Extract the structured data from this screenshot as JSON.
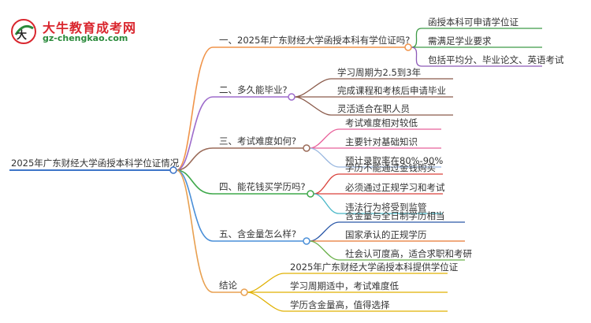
{
  "logo": {
    "title": "大牛教育成考网",
    "url": "gz-chengkao.com"
  },
  "root": {
    "label": "2025年广东财经大学函授本科学位证情况"
  },
  "branches": [
    {
      "label": "一、2025年广东财经大学函授本科有学位证吗?",
      "color": "#f0944a",
      "children": [
        "函授本科可申请学位证",
        "需满足学业要求",
        "包括平均分、毕业论文、英语考试"
      ],
      "child_colors": [
        "#3e9b47",
        "#3e9b47",
        "#8d5ab8"
      ]
    },
    {
      "label": "二、多久能毕业?",
      "color": "#9d6bcb",
      "children": [
        "学习周期为2.5到3年",
        "完成课程和考核后申请毕业",
        "灵活适合在职人员"
      ],
      "child_colors": [
        "#8a5a4a",
        "#8a5a4a",
        "#8a5a4a"
      ]
    },
    {
      "label": "三、考试难度如何?",
      "color": "#9a6a58",
      "children": [
        "考试难度相对较低",
        "主要针对基础知识",
        "预计录取率在80%-90%"
      ],
      "child_colors": [
        "#e8609a",
        "#e8609a",
        "#9ab8e0"
      ]
    },
    {
      "label": "四、能花钱买学历吗?",
      "color": "#3ea84a",
      "children": [
        "学历不能通过金钱购买",
        "必须通过正规学习和考试",
        "违法行为将受到监管"
      ],
      "child_colors": [
        "#d9413a",
        "#d9413a",
        "#4ab8c8"
      ]
    },
    {
      "label": "五、含金量怎么样?",
      "color": "#4a8fd8",
      "children": [
        "含金量与全日制学历相当",
        "国家承认的正规学历",
        "社会认可度高，适合求职和考研"
      ],
      "child_colors": [
        "#2b58a8",
        "#e87830",
        "#6ab04a"
      ]
    },
    {
      "label": "结论",
      "color": "#e8a050",
      "children": [
        "2025年广东财经大学函授本科提供学位证",
        "学习周期适中，考试难度低",
        "学历含金量高，值得选择"
      ],
      "child_colors": [
        "#e0b000",
        "#e0b000",
        "#e0b000"
      ]
    }
  ],
  "colors": {
    "root_line": "#3e75c8",
    "root_node": "#3e75c8"
  }
}
